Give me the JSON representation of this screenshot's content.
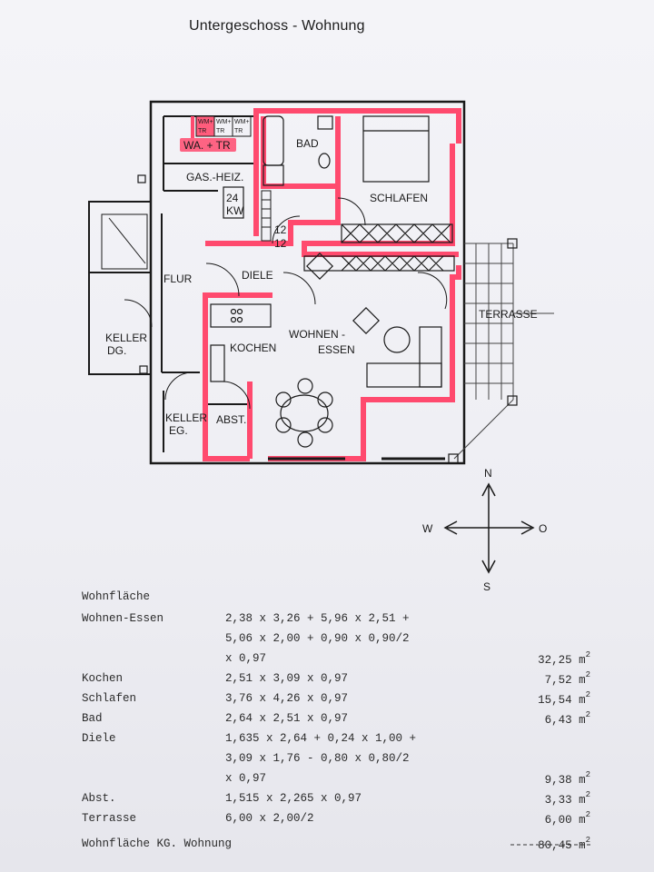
{
  "header": {
    "title": "Untergeschoss - Wohnung"
  },
  "plan": {
    "rooms": {
      "bad": "BAD",
      "schlafen": "SCHLAFEN",
      "gas_heiz": "GAS.-HEIZ.",
      "flur": "FLUR",
      "diele": "DIELE",
      "terrasse": "TERRASSE",
      "wohnen": "WOHNEN -",
      "essen": "ESSEN",
      "kochen": "KOCHEN",
      "keller_dg_1": "KELLER",
      "keller_dg_2": "DG.",
      "keller_eg_1": "KELLER",
      "keller_eg_2": "EG.",
      "abst": "ABST."
    },
    "machines": {
      "wm_tr_1": "WM+",
      "wm_tr_2": "TR"
    },
    "wa_tr": "WA. + TR",
    "heater": {
      "line1": "24",
      "line2": "KW"
    },
    "stairs": {
      "top": "12",
      "bottom": "12"
    },
    "compass": {
      "north": "N",
      "south": "S",
      "west": "W",
      "east": "O"
    },
    "colors": {
      "highlight": "#ff4a6e",
      "ink": "#1a1a1a",
      "paper": "#f2f2f6"
    }
  },
  "area_calc": {
    "rows": [
      {
        "label": "Wohnfläche",
        "formula": "",
        "result": "",
        "unit": ""
      },
      {
        "label": "Wohnen-Essen",
        "formula": "2,38 x 3,26 + 5,96 x 2,51 +",
        "result": "",
        "unit": ""
      },
      {
        "label": "",
        "formula": "5,06 x 2,00 + 0,90 x 0,90/2",
        "result": "",
        "unit": ""
      },
      {
        "label": "",
        "formula": "x 0,97",
        "result": "32,25 m",
        "unit": "2"
      },
      {
        "label": "Kochen",
        "formula": "2,51 x 3,09 x 0,97",
        "result": "7,52 m",
        "unit": "2"
      },
      {
        "label": "Schlafen",
        "formula": "3,76 x 4,26 x 0,97",
        "result": "15,54 m",
        "unit": "2"
      },
      {
        "label": "Bad",
        "formula": "2,64 x 2,51 x 0,97",
        "result": "6,43 m",
        "unit": "2"
      },
      {
        "label": "Diele",
        "formula": "1,635 x 2,64 + 0,24 x 1,00 +",
        "result": "",
        "unit": ""
      },
      {
        "label": "",
        "formula": "3,09 x 1,76 - 0,80 x 0,80/2",
        "result": "",
        "unit": ""
      },
      {
        "label": "",
        "formula": "x 0,97",
        "result": "9,38 m",
        "unit": "2"
      },
      {
        "label": "Abst.",
        "formula": "1,515 x 2,265 x 0,97",
        "result": "3,33 m",
        "unit": "2"
      },
      {
        "label": "Terrasse",
        "formula": "6,00 x 2,00/2",
        "result": "6,00 m",
        "unit": "2"
      },
      {
        "label": "Wohnfläche KG. Wohnung",
        "formula": "",
        "result": "80,45 m",
        "unit": "2"
      }
    ]
  }
}
